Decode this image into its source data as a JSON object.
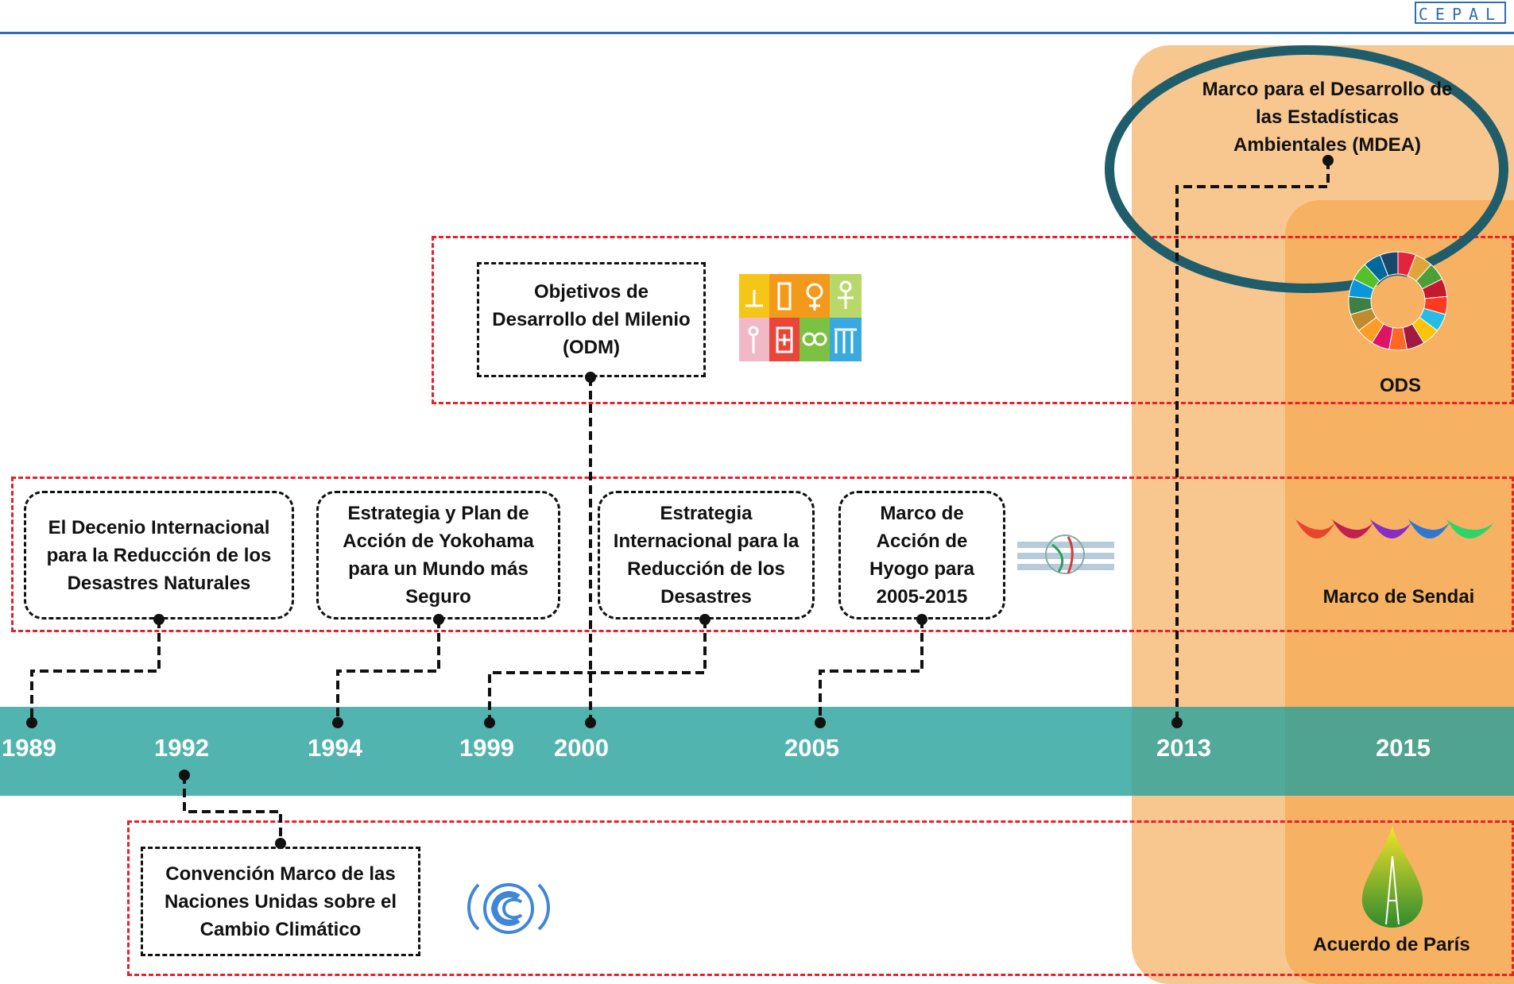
{
  "brand": "CEPAL",
  "years": [
    "1989",
    "1992",
    "1994",
    "1999",
    "2000",
    "2005",
    "2013",
    "2015"
  ],
  "events": {
    "mdea": "Marco para el Desarrollo de las Estadísticas Ambientales (MDEA)",
    "odm": "Objetivos de Desarrollo del Milenio (ODM)",
    "decenio": "El Decenio Internacional para la Reducción de los Desastres Naturales",
    "yokohama": "Estrategia y Plan de Acción de Yokohama para un Mundo más Seguro",
    "eird": "Estrategia Internacional para la Reducción de los Desastres",
    "hyogo": "Marco de Acción de Hyogo para 2005-2015",
    "cmnucc": "Convención Marco de las Naciones Unidas sobre el Cambio Climático"
  },
  "labels": {
    "ods": "ODS",
    "sendai": "Marco de Sendai",
    "paris": "Acuerdo de París"
  },
  "colors": {
    "timeline_band": "#27a19b",
    "panel_2013": "#f8c790",
    "panel_2015": "#f6b162",
    "highlight_ellipse": "#1f5d6b",
    "group_border": "#e8202a",
    "brand": "#2e6db4"
  },
  "icons": [
    "odm-icons-grid",
    "un-isdr-globe-icon",
    "ods-wheel-icon",
    "sendai-wave-icon",
    "unfccc-logo-icon",
    "paris-leaf-icon"
  ]
}
